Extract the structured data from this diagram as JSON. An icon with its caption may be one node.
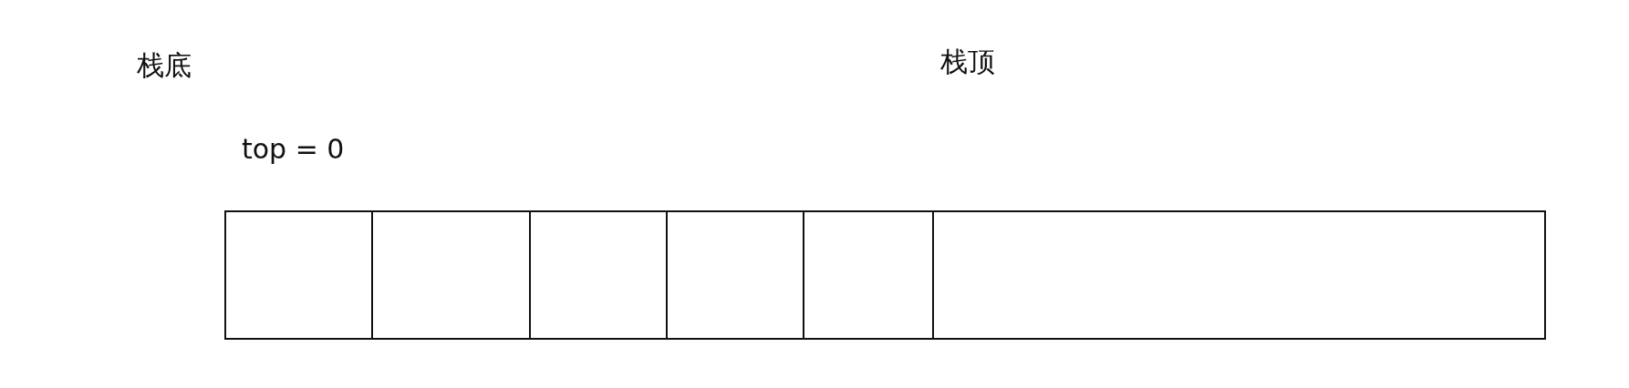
{
  "diagram": {
    "nodes": [
      {
        "text": [],
        "shape": "box"
      },
      {
        "text": [],
        "shape": "box"
      },
      {
        "text": [],
        "shape": "box"
      },
      {
        "text": [],
        "shape": "box"
      },
      {
        "text": [],
        "shape": "box"
      },
      {
        "text": [],
        "shape": "box"
      }
    ],
    "labels": [
      "栈底",
      "栈顶",
      "top = 0"
    ]
  }
}
